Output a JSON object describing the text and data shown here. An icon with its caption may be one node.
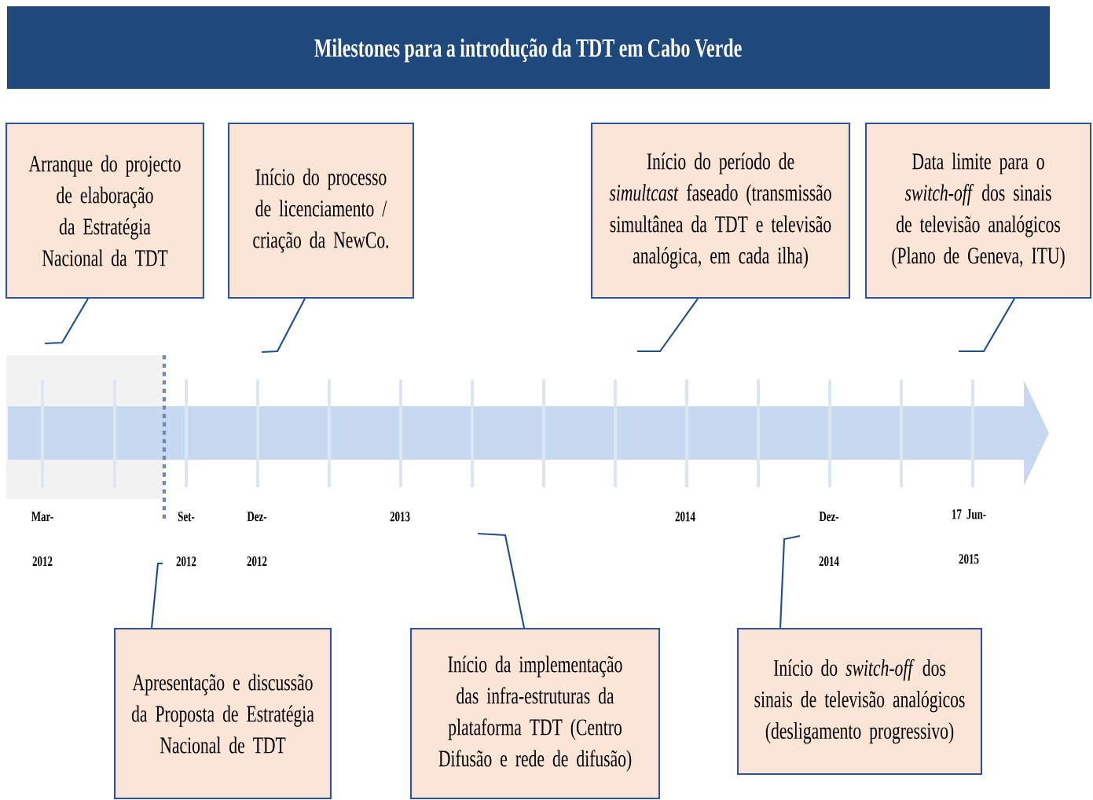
{
  "diagram": {
    "title": "Milestones para a introdução da TDT em Cabo Verde",
    "nodes": [
      {
        "text": [
          "Arranque do projecto de elaboração da Estratégia Nacional da TDT"
        ]
      },
      {
        "text": [
          "Início do processo de licenciamento / criação da NewCo."
        ]
      },
      {
        "text": [
          "Início do período de *simultcast* faseado (transmissão simultânea da TDT e televisão analógica, em cada ilha)"
        ]
      },
      {
        "text": [
          "Data limite para o *switch-off* dos sinais de televisão analógicos (Plano de Geneva, ITU)"
        ]
      },
      {
        "text": [
          "Apresentação e discussão da Proposta de Estratégia Nacional de TDT"
        ]
      },
      {
        "text": [
          "Início da implementação das infra-estruturas da plataforma TDT (Centro Difusão e rede de difusão)"
        ]
      },
      {
        "text": [
          "Início do *switch-off* dos sinais de televisão analógicos (desligamento progressivo)"
        ]
      }
    ],
    "edges": [
      {
        "from": 0,
        "to": null,
        "arrow": "none"
      },
      {
        "from": 1,
        "to": null,
        "arrow": "none"
      },
      {
        "from": 2,
        "to": null,
        "arrow": "none"
      },
      {
        "from": 3,
        "to": null,
        "arrow": "none"
      },
      {
        "from": 4,
        "to": null,
        "arrow": "none"
      },
      {
        "from": 5,
        "to": null,
        "arrow": "none"
      },
      {
        "from": 6,
        "to": null,
        "arrow": "none"
      }
    ],
    "labels": [
      "Mar- 2012",
      "Set- 2012",
      "Dez- 2012",
      "2013",
      "2014",
      "Dez- 2014",
      "17 Jun- 2015"
    ]
  }
}
